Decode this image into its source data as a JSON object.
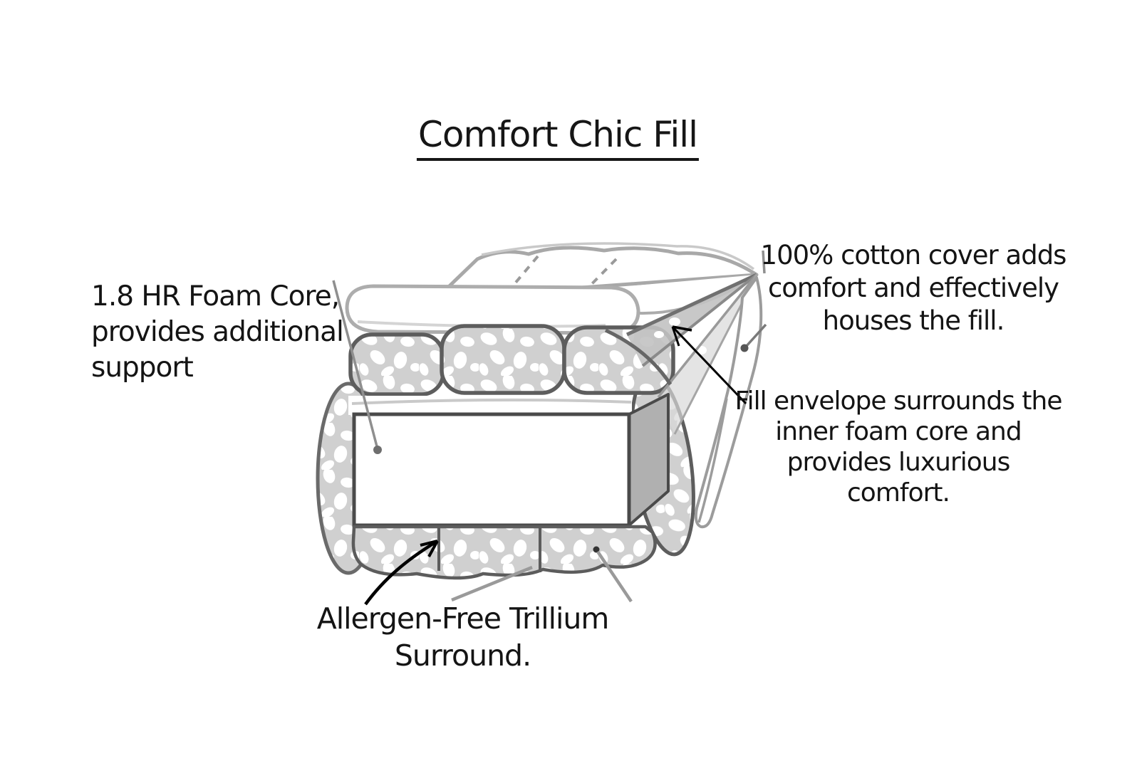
{
  "page": {
    "title": "Comfort Chic Fill"
  },
  "labels": {
    "foam_core": "1.8 HR Foam Core,\nprovides additional\nsupport",
    "cotton_cover": "100% cotton cover adds\ncomfort and effectively\nhouses the fill.",
    "fill_envelope": "Fill envelope surrounds the\ninner foam core and\nprovides luxurious comfort.",
    "trillium_surround": "Allergen-Free Trillium\nSurround."
  },
  "colors": {
    "background": "#ffffff",
    "text": "#141414",
    "cover_line": "#adadad",
    "fill_outline": "#5d5d5d",
    "fill_gray": "#d0d0d0",
    "foam_outline": "#4a4a4a",
    "side_shade": "#b0b0b0",
    "leader_gray": "#8f8f8f",
    "arrow_black": "#000000"
  }
}
